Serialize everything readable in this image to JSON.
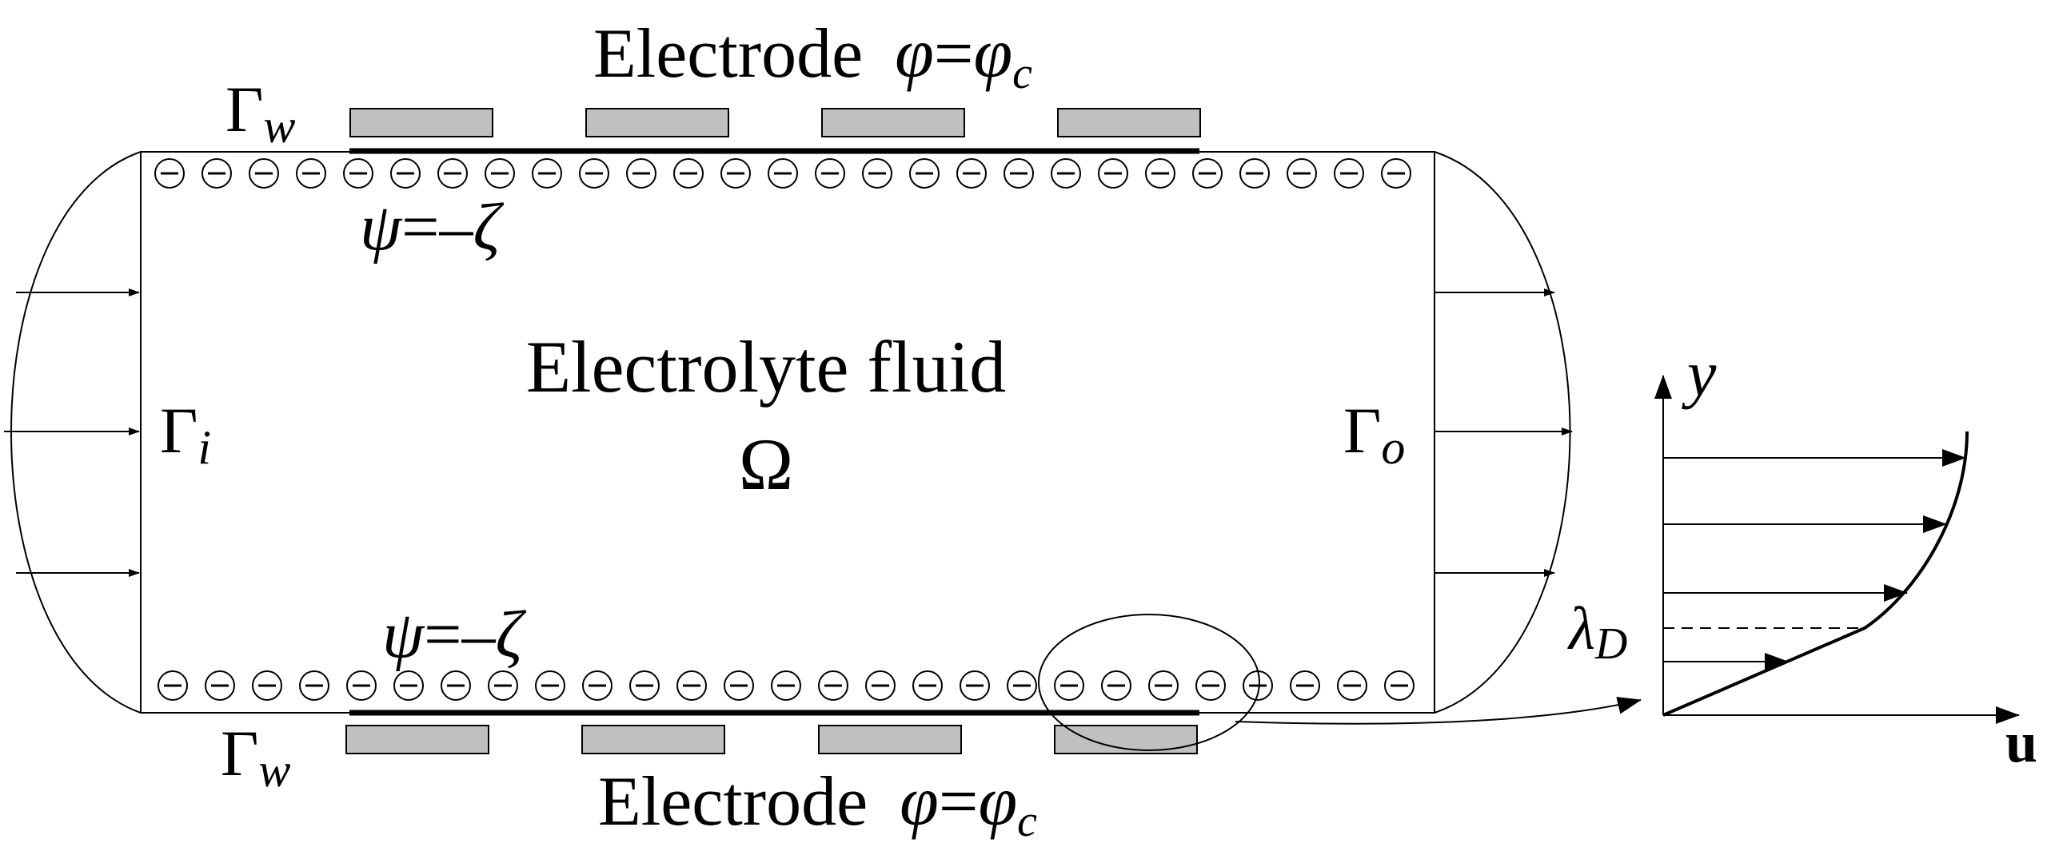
{
  "diagram": {
    "electrode_top_label": "Electrode",
    "electrode_bottom_label": "Electrode",
    "potential_condition": {
      "phi": "φ",
      "equals": "=",
      "phi_c": "φ",
      "subscript_c": "c"
    },
    "zeta_condition": {
      "psi": "ψ",
      "equals_minus": "=–",
      "zeta": "ζ"
    },
    "fluid_label": "Electrolyte fluid",
    "domain_symbol": "Ω",
    "gamma": "Γ",
    "wall_subscript": "w",
    "inlet_subscript": "i",
    "outlet_subscript": "o",
    "profile_axes": {
      "y_label": "y",
      "x_label": "u"
    },
    "debye_length": {
      "symbol": "λ",
      "subscript": "D"
    },
    "wall_charge_symbol": "minus-circle-icon",
    "colors": {
      "stroke": "#000000",
      "electrode_fill": "#c0c0c0"
    }
  }
}
